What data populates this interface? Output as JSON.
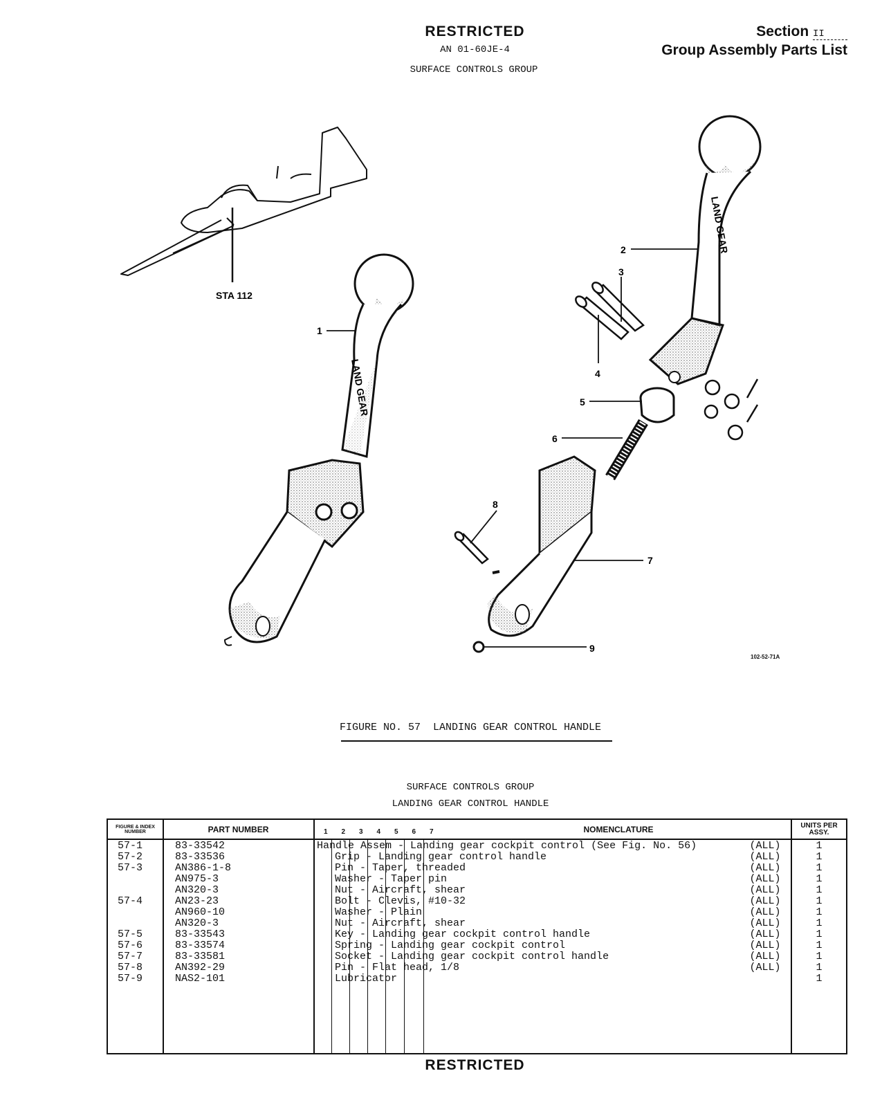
{
  "header": {
    "classification": "RESTRICTED",
    "document_number": "AN 01-60JE-4",
    "group": "SURFACE CONTROLS GROUP",
    "section_label": "Section",
    "section_number": "II",
    "list_title": "Group Assembly Parts List"
  },
  "illustration": {
    "station_label": "STA 112",
    "callouts": [
      "1",
      "2",
      "3",
      "4",
      "5",
      "6",
      "7",
      "8",
      "9"
    ],
    "engraving_text": "LAND GEAR",
    "drawing_code": "102-52-71A"
  },
  "figure": {
    "caption_prefix": "FIGURE NO. 57",
    "caption_title": "LANDING GEAR CONTROL HANDLE"
  },
  "table_titles": {
    "group": "SURFACE CONTROLS GROUP",
    "subject": "LANDING GEAR CONTROL HANDLE"
  },
  "parts_table": {
    "headers": {
      "figure_index": "FIGURE & INDEX NUMBER",
      "part_number": "PART NUMBER",
      "indent_levels": [
        "1",
        "2",
        "3",
        "4",
        "5",
        "6",
        "7"
      ],
      "nomenclature": "NOMENCLATURE",
      "units": "UNITS PER ASSY."
    },
    "rows": [
      {
        "fig": "57-1",
        "part": "83-33542",
        "indent": 1,
        "nomenclature": "Handle Assem - Landing gear cockpit control (See Fig. No. 56)",
        "usable_on": "(ALL)",
        "units": "1"
      },
      {
        "fig": "57-2",
        "part": "83-33536",
        "indent": 2,
        "nomenclature": "Grip - Landing gear control handle",
        "usable_on": "(ALL)",
        "units": "1"
      },
      {
        "fig": "57-3",
        "part": "AN386-1-8",
        "indent": 2,
        "nomenclature": "Pin - Taper, threaded",
        "usable_on": "(ALL)",
        "units": "1"
      },
      {
        "fig": "",
        "part": "AN975-3",
        "indent": 2,
        "nomenclature": "Washer - Taper pin",
        "usable_on": "(ALL)",
        "units": "1"
      },
      {
        "fig": "",
        "part": "AN320-3",
        "indent": 2,
        "nomenclature": "Nut - Aircraft, shear",
        "usable_on": "(ALL)",
        "units": "1"
      },
      {
        "fig": "57-4",
        "part": "AN23-23",
        "indent": 2,
        "nomenclature": "Bolt - Clevis, #10-32",
        "usable_on": "(ALL)",
        "units": "1"
      },
      {
        "fig": "",
        "part": "AN960-10",
        "indent": 2,
        "nomenclature": "Washer - Plain",
        "usable_on": "(ALL)",
        "units": "1"
      },
      {
        "fig": "",
        "part": "AN320-3",
        "indent": 2,
        "nomenclature": "Nut - Aircraft, shear",
        "usable_on": "(ALL)",
        "units": "1"
      },
      {
        "fig": "57-5",
        "part": "83-33543",
        "indent": 2,
        "nomenclature": "Key - Landing gear cockpit control handle",
        "usable_on": "(ALL)",
        "units": "1"
      },
      {
        "fig": "57-6",
        "part": "83-33574",
        "indent": 2,
        "nomenclature": "Spring - Landing gear cockpit control",
        "usable_on": "(ALL)",
        "units": "1"
      },
      {
        "fig": "57-7",
        "part": "83-33581",
        "indent": 2,
        "nomenclature": "Socket - Landing gear cockpit control handle",
        "usable_on": "(ALL)",
        "units": "1"
      },
      {
        "fig": "57-8",
        "part": "AN392-29",
        "indent": 2,
        "nomenclature": "Pin - Flat head, 1/8",
        "usable_on": "(ALL)",
        "units": "1"
      },
      {
        "fig": "57-9",
        "part": "NAS2-101",
        "indent": 2,
        "nomenclature": "Lubricator",
        "usable_on": "",
        "units": "1"
      }
    ]
  },
  "footer": {
    "classification": "RESTRICTED"
  }
}
